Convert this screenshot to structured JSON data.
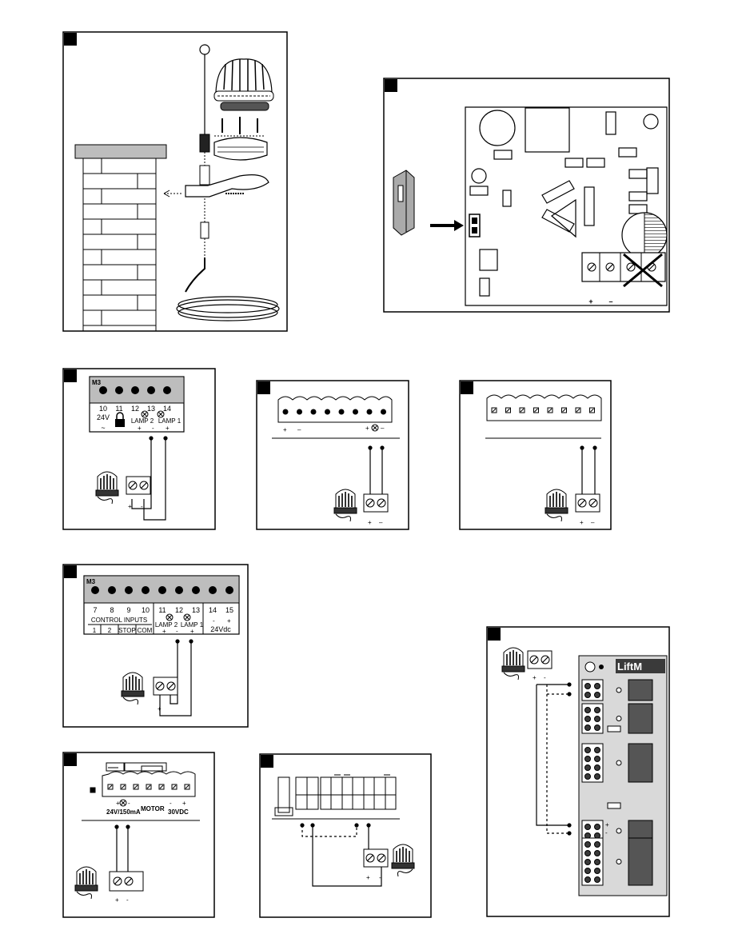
{
  "panel3": {
    "title": "M3",
    "numbers": [
      "10",
      "11",
      "12",
      "13",
      "14"
    ],
    "voltage": "24V",
    "ac_symbol": "~",
    "lamp2": "LAMP 2",
    "lamp1": "LAMP 1",
    "plus": "+",
    "minus": "-"
  },
  "panel4": {
    "plus": "+",
    "minus": "–"
  },
  "panel6": {
    "title": "M3",
    "numbers": [
      "7",
      "8",
      "9",
      "10",
      "11",
      "12",
      "13",
      "14",
      "15"
    ],
    "control_inputs": "CONTROL INPUTS",
    "cells": [
      "1",
      "2",
      "STOP",
      "COM"
    ],
    "lamp2": "LAMP 2",
    "lamp1": "LAMP 1",
    "dc": "24Vdc",
    "plus": "+",
    "minus": "-"
  },
  "panel7": {
    "rating": "24V/150mA",
    "motor": "MOTOR",
    "dc": "30VDC",
    "plus": "+",
    "minus": "-"
  },
  "panel9": {
    "brand": "LiftM"
  },
  "colors": {
    "line": "#000000",
    "board": "#d9d9d9",
    "terminal": "#3a3a3a"
  }
}
